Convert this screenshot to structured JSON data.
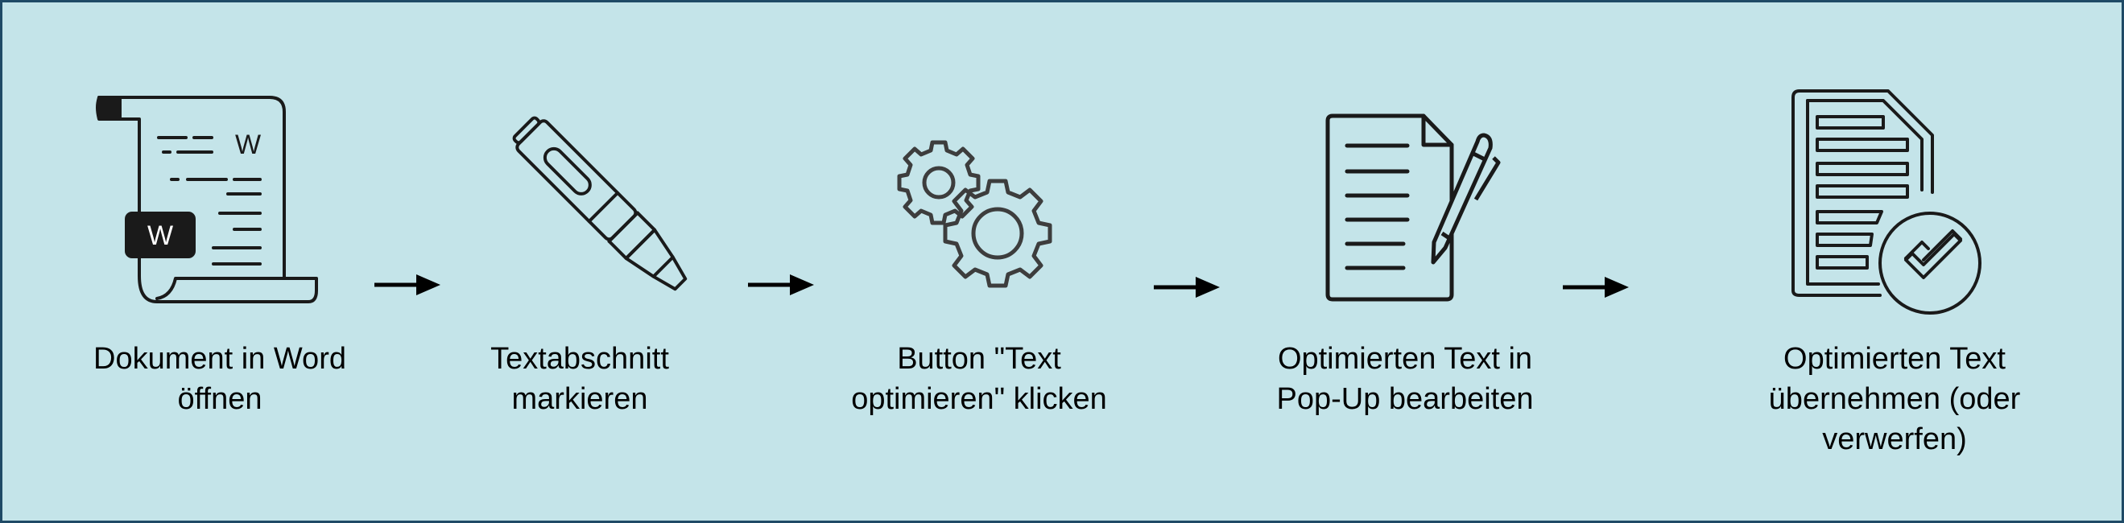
{
  "diagram": {
    "steps": [
      {
        "label_lines": [
          "Dokument in Word",
          "öffnen"
        ],
        "icon": "word-scroll-icon",
        "badge_letter": "W",
        "corner_letter": "W"
      },
      {
        "label_lines": [
          "Textabschnitt",
          "markieren"
        ],
        "icon": "highlighter-icon"
      },
      {
        "label_lines": [
          "Button \"Text",
          "optimieren\" klicken"
        ],
        "icon": "gears-icon"
      },
      {
        "label_lines": [
          "Optimierten Text in",
          "Pop-Up bearbeiten"
        ],
        "icon": "document-pen-icon"
      },
      {
        "label_lines": [
          "Optimierten Text",
          "übernehmen (oder",
          "verwerfen)"
        ],
        "icon": "document-check-icon"
      }
    ],
    "connector": "arrow-right-icon"
  },
  "colors": {
    "background": "#c4e4e9",
    "border": "#1f4a66",
    "icon_stroke": "#1a1a1a",
    "gear_stroke": "#3d3d3d",
    "text": "#000000"
  }
}
